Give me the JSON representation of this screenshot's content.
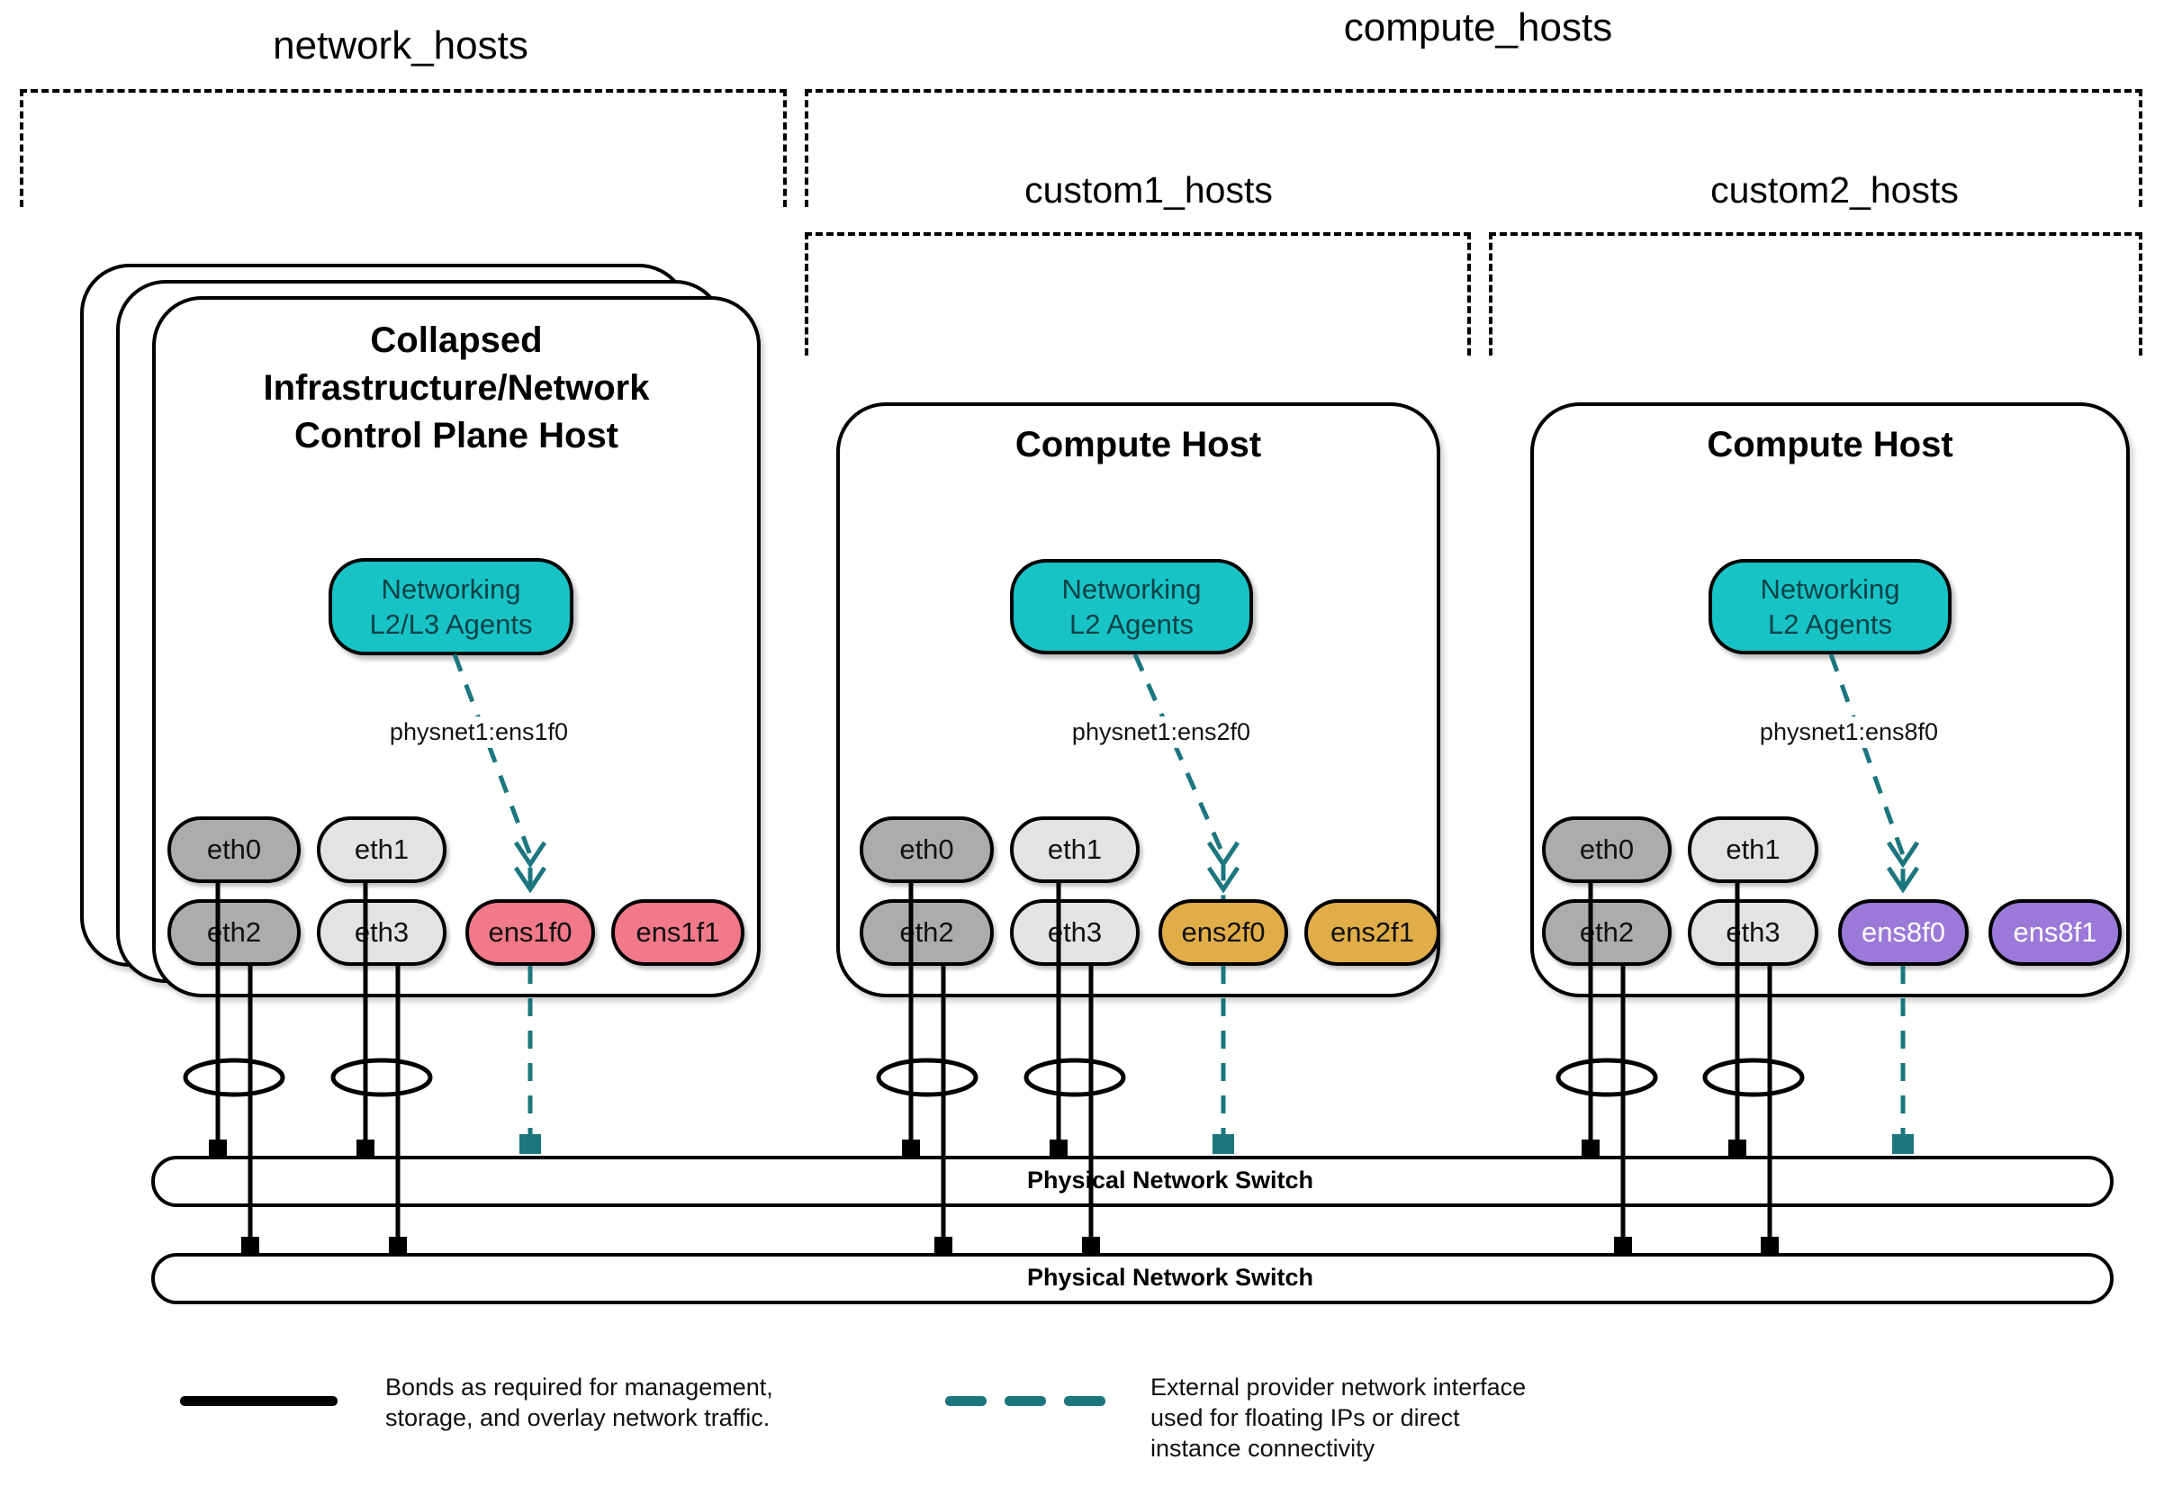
{
  "labels": {
    "network_hosts": "network_hosts",
    "compute_hosts": "compute_hosts",
    "custom1_hosts": "custom1_hosts",
    "custom2_hosts": "custom2_hosts"
  },
  "hosts": [
    {
      "title_lines": [
        "Collapsed",
        "Infrastructure/Network",
        "Control Plane Host"
      ],
      "agent_lines": [
        "Networking",
        "L2/L3 Agents"
      ],
      "physnet": "physnet1:ens1f0",
      "nics": [
        "eth0",
        "eth1",
        "eth2",
        "eth3",
        "ens1f0",
        "ens1f1"
      ]
    },
    {
      "title_lines": [
        "Compute Host"
      ],
      "agent_lines": [
        "Networking",
        "L2 Agents"
      ],
      "physnet": "physnet1:ens2f0",
      "nics": [
        "eth0",
        "eth1",
        "eth2",
        "eth3",
        "ens2f0",
        "ens2f1"
      ]
    },
    {
      "title_lines": [
        "Compute Host"
      ],
      "agent_lines": [
        "Networking",
        "L2 Agents"
      ],
      "physnet": "physnet1:ens8f0",
      "nics": [
        "eth0",
        "eth1",
        "eth2",
        "eth3",
        "ens8f0",
        "ens8f1"
      ]
    }
  ],
  "switches": [
    "Physical Network Switch",
    "Physical Network Switch"
  ],
  "legend": {
    "bond_lines": [
      "Bonds as required for management,",
      "storage, and overlay network traffic."
    ],
    "provider_lines": [
      "External provider network interface",
      "used for floating IPs or direct",
      "instance connectivity"
    ]
  },
  "colors": {
    "agent_fill": "#18C3C6",
    "provider_line": "#1B767E",
    "nic_gray_dark": "#ACACAC",
    "nic_gray_light": "#E3E3E3",
    "nic_pink": "#F1798A",
    "nic_gold": "#E0AD49",
    "nic_purple": "#9B79D8"
  }
}
